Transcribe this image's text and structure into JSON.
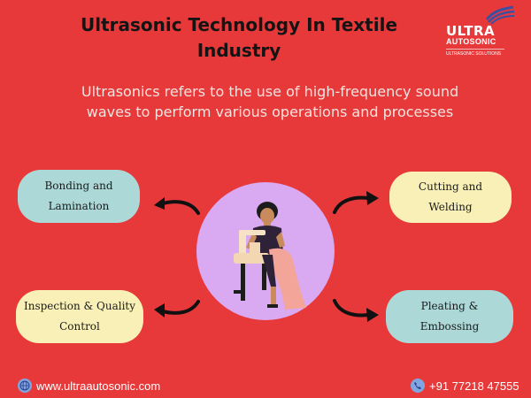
{
  "title": "Ultrasonic Technology In Textile Industry",
  "logo": {
    "main": "ULTRA",
    "sub": "AUTOSONIC",
    "tagline": "ULTRASONIC SOLUTIONS"
  },
  "subtitle": "Ultrasonics refers to the use of high-frequency sound waves to perform various operations and processes",
  "applications": [
    {
      "label": "Bonding and\nLamination",
      "color": "#acd8d8"
    },
    {
      "label": "Cutting and\nWelding",
      "color": "#f8f0b6"
    },
    {
      "label": "Inspection & Quality\nControl",
      "color": "#f8f0b6"
    },
    {
      "label": "Pleating &\nEmbossing",
      "color": "#acd8d8"
    }
  ],
  "illustration": {
    "icon": "woman-sewing-icon",
    "circle_color": "#d9a9f2"
  },
  "footer": {
    "website_icon": "globe-icon",
    "website": "www.ultraautosonic.com",
    "phone_icon": "phone-icon",
    "phone": "+91 77218 47555"
  },
  "colors": {
    "background": "#e8393a",
    "title": "#141414",
    "subtitle": "#f2e3df",
    "arrow": "#111111"
  }
}
